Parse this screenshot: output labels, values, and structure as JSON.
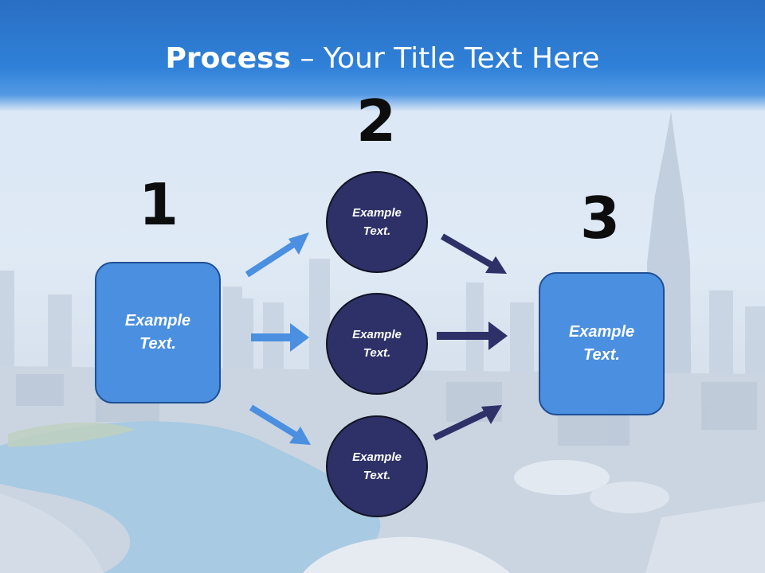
{
  "title": {
    "bold": "Process",
    "rest": " – Your Title Text Here"
  },
  "steps": [
    {
      "number": "1",
      "text": "Example\nText."
    },
    {
      "number": "2",
      "text": "Example\nText."
    },
    {
      "number": "3",
      "text": "Example\nText."
    }
  ],
  "circles": [
    {
      "text": "Example\nText."
    },
    {
      "text": "Example\nText."
    },
    {
      "text": "Example\nText."
    }
  ],
  "colors": {
    "light_arrow": "#4a8fe0",
    "dark_arrow": "#2e3168",
    "box_fill": "#4a8fe0",
    "circle_fill": "#2e3168",
    "title_band": "#2f80d8"
  }
}
